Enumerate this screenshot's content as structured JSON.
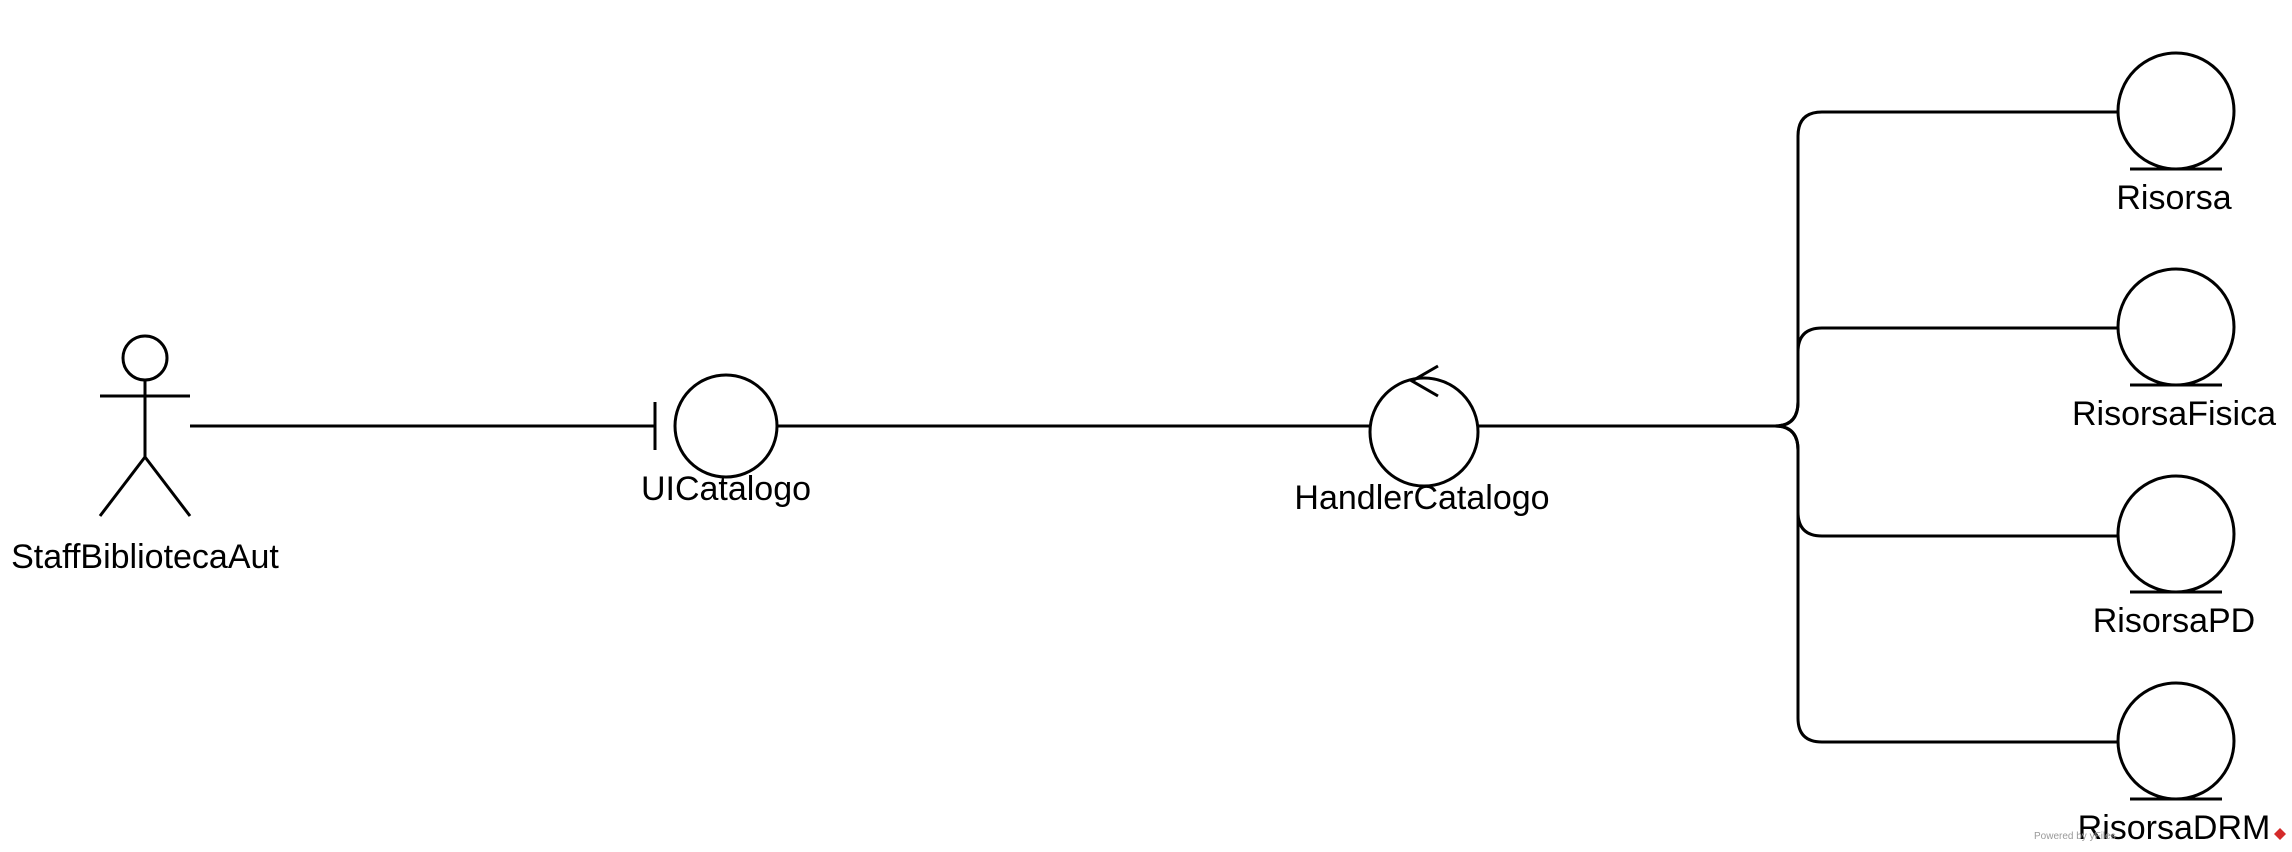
{
  "diagram": {
    "actor": {
      "label": "StaffBibliotecaAut",
      "icon": "actor-icon"
    },
    "boundary": {
      "label": "UICatalogo",
      "icon": "boundary-icon"
    },
    "control": {
      "label": "HandlerCatalogo",
      "icon": "control-icon"
    },
    "entities": [
      {
        "label": "Risorsa",
        "icon": "entity-icon"
      },
      {
        "label": "RisorsaFisica",
        "icon": "entity-icon"
      },
      {
        "label": "RisorsaPD",
        "icon": "entity-icon"
      },
      {
        "label": "RisorsaDRM",
        "icon": "entity-icon"
      }
    ]
  },
  "footer": {
    "powered_by": "Powered by yFiles"
  },
  "colors": {
    "stroke": "#000000",
    "background": "#ffffff"
  }
}
